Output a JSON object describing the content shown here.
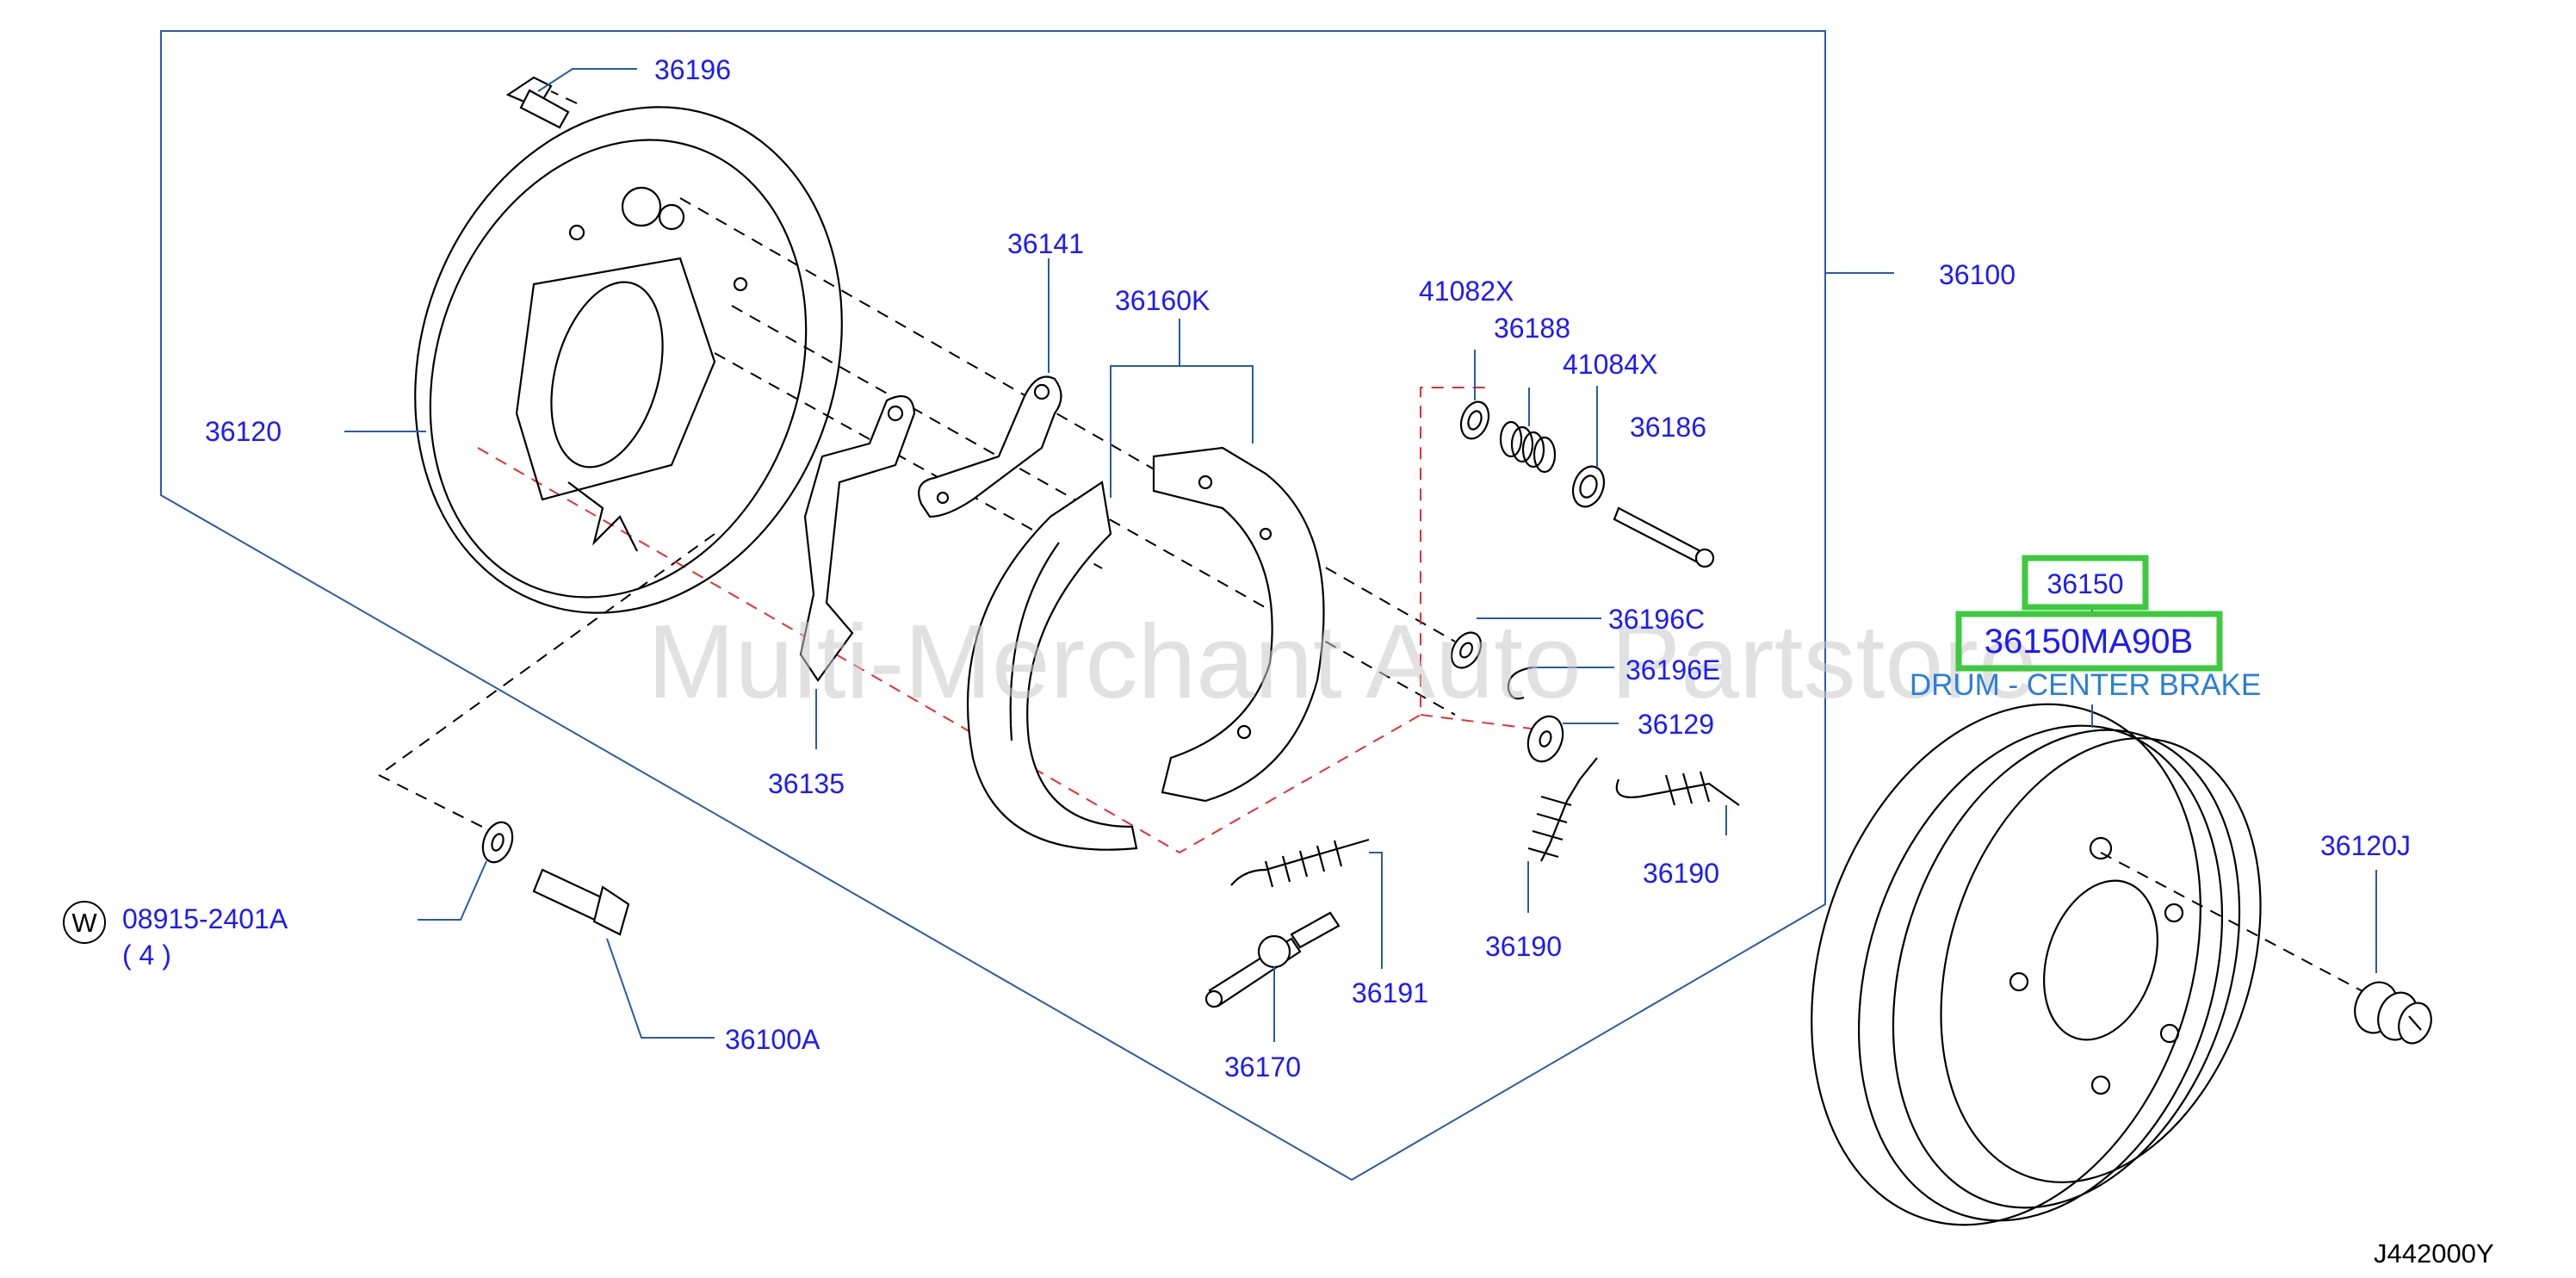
{
  "diagram": {
    "reference_code": "J442000Y",
    "watermark": "Multi-Merchant Auto Partstore",
    "highlight_color": "#3ec93e",
    "label_color": "#1a1aff",
    "leader_color": "#2a5aa8",
    "selected": {
      "part_group": "36150",
      "part_number": "36150MA90B",
      "description": "DRUM - CENTER BRAKE"
    },
    "washer_symbol": "W",
    "parts": {
      "p36196": "36196",
      "p36100": "36100",
      "p36120": "36120",
      "p36141": "36141",
      "p36160K": "36160K",
      "p41082X": "41082X",
      "p36188": "36188",
      "p41084X": "41084X",
      "p36186": "36186",
      "p36196C": "36196C",
      "p36196E": "36196E",
      "p36129": "36129",
      "p36135": "36135",
      "p36190a": "36190",
      "p36190b": "36190",
      "p36191": "36191",
      "p36170": "36170",
      "p36100A": "36100A",
      "p08915": "08915-2401A",
      "p08915_qty": "( 4 )",
      "p36120J": "36120J"
    }
  }
}
